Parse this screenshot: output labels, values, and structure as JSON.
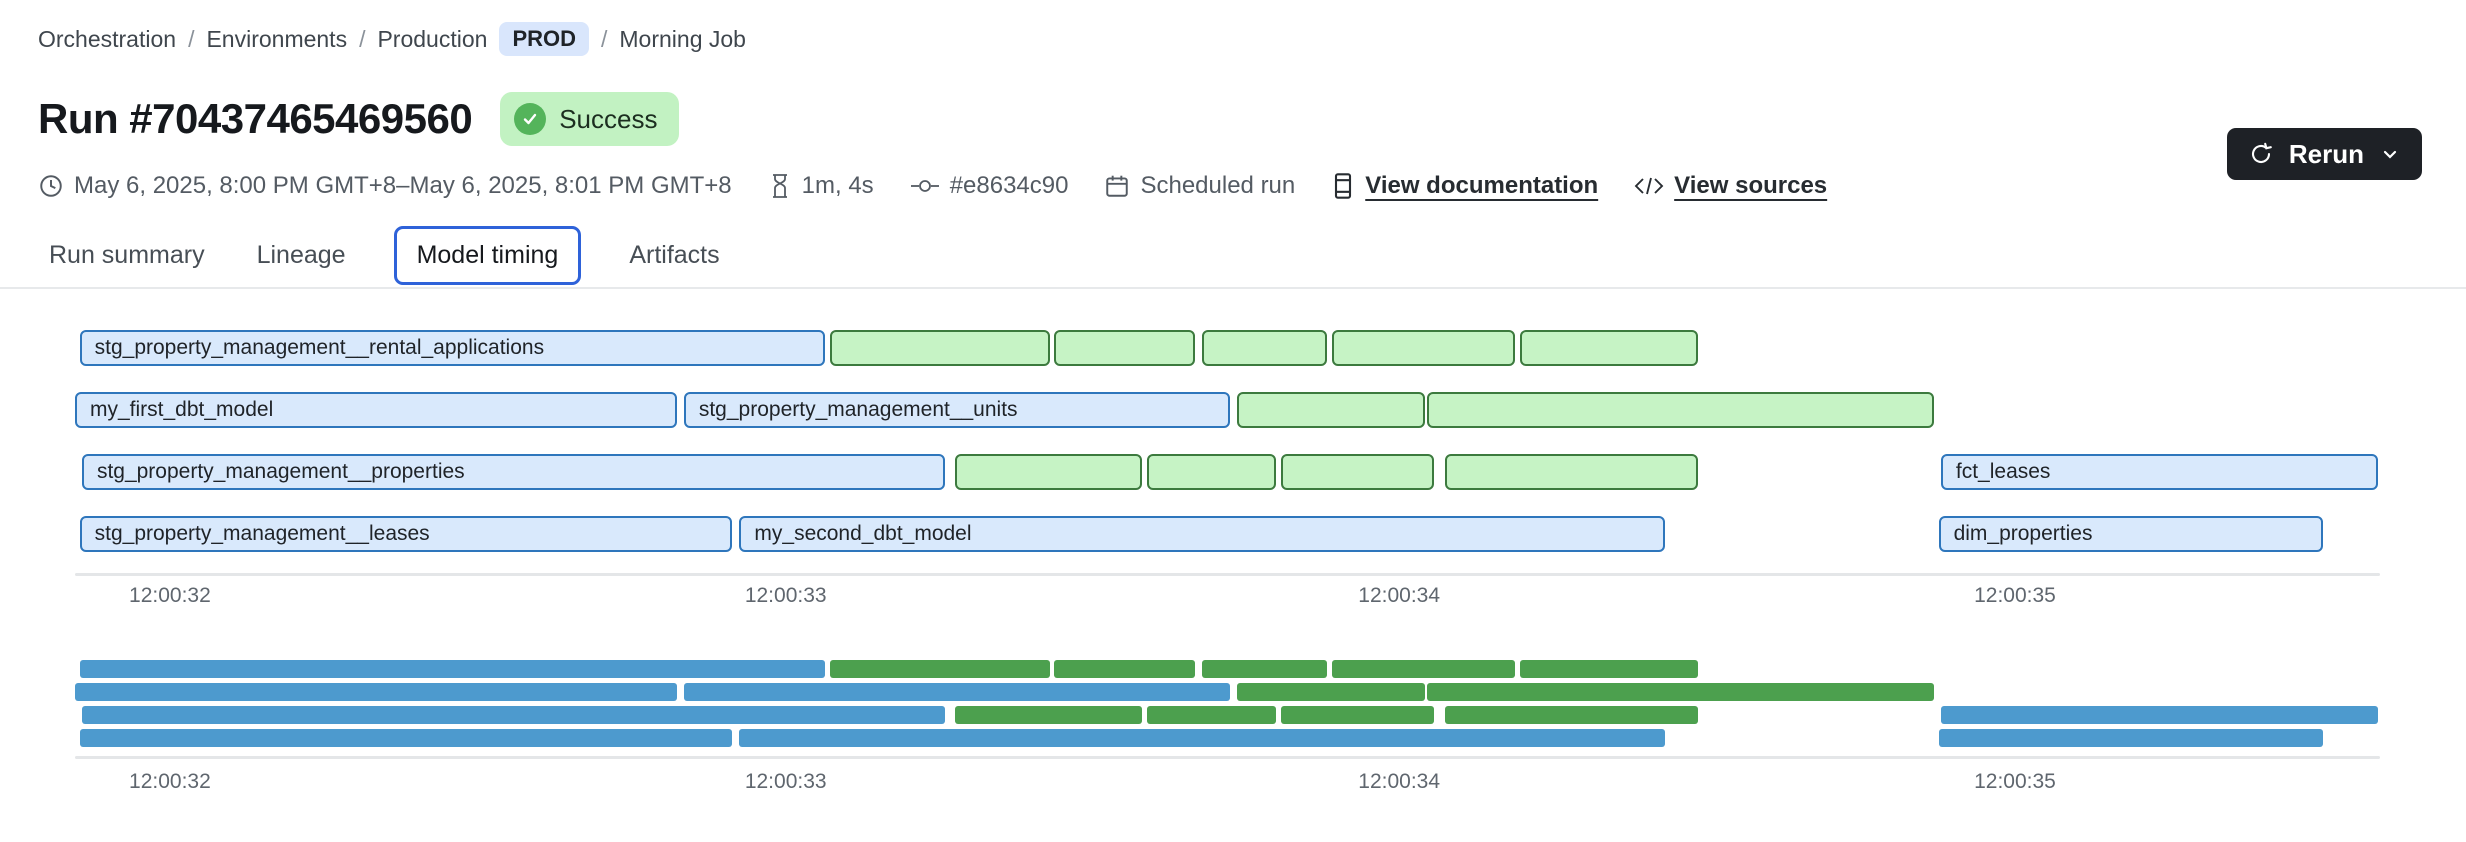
{
  "breadcrumb": {
    "items": [
      "Orchestration",
      "Environments",
      "Production"
    ],
    "env_badge": "PROD",
    "current": "Morning Job",
    "separator": "/"
  },
  "header": {
    "title": "Run #70437465469560",
    "status": "Success"
  },
  "meta": {
    "time_range": "May 6, 2025, 8:00 PM GMT+8–May 6, 2025, 8:01 PM GMT+8",
    "duration": "1m, 4s",
    "commit": "#e8634c90",
    "trigger": "Scheduled run",
    "doc_link": "View documentation",
    "sources_link": "View sources"
  },
  "rerun": {
    "label": "Rerun"
  },
  "tabs": [
    {
      "label": "Run summary",
      "active": false
    },
    {
      "label": "Lineage",
      "active": false
    },
    {
      "label": "Model timing",
      "active": true
    },
    {
      "label": "Artifacts",
      "active": false
    }
  ],
  "colors": {
    "model_fill": "#d9e9fc",
    "model_border": "#2e76bc",
    "task_fill": "#c6f3c5",
    "task_border": "#3c7a3e",
    "minimap_blue": "#4d9ace",
    "minimap_green": "#4ca04e",
    "success_bg": "#c2f2c2",
    "success_check": "#54b45b",
    "env_badge_bg": "#d9e6fc",
    "active_tab_border": "#2e62d9"
  },
  "chart_data": {
    "type": "gantt",
    "title": "Model timing",
    "x_tick_labels": [
      "12:00:32",
      "12:00:33",
      "12:00:34",
      "12:00:35"
    ],
    "x_tick_pct": [
      4.1,
      30.7,
      57.2,
      83.8
    ],
    "rows": [
      {
        "bars": [
          {
            "label": "stg_property_management__rental_applications",
            "color": "blue",
            "left_pct": 0.2,
            "width_pct": 32.2
          },
          {
            "label": "",
            "color": "green",
            "left_pct": 32.6,
            "width_pct": 9.5
          },
          {
            "label": "",
            "color": "green",
            "left_pct": 42.3,
            "width_pct": 6.1
          },
          {
            "label": "",
            "color": "green",
            "left_pct": 48.7,
            "width_pct": 5.4
          },
          {
            "label": "",
            "color": "green",
            "left_pct": 54.3,
            "width_pct": 7.9
          },
          {
            "label": "",
            "color": "green",
            "left_pct": 62.4,
            "width_pct": 7.7
          }
        ]
      },
      {
        "bars": [
          {
            "label": "my_first_dbt_model",
            "color": "blue",
            "left_pct": 0.0,
            "width_pct": 26.0
          },
          {
            "label": "stg_property_management__units",
            "color": "blue",
            "left_pct": 26.3,
            "width_pct": 23.6
          },
          {
            "label": "",
            "color": "green",
            "left_pct": 50.2,
            "width_pct": 8.1
          },
          {
            "label": "",
            "color": "green",
            "left_pct": 58.4,
            "width_pct": 21.9
          }
        ]
      },
      {
        "bars": [
          {
            "label": "stg_property_management__properties",
            "color": "blue",
            "left_pct": 0.3,
            "width_pct": 37.3
          },
          {
            "label": "",
            "color": "green",
            "left_pct": 38.0,
            "width_pct": 8.1
          },
          {
            "label": "",
            "color": "green",
            "left_pct": 46.3,
            "width_pct": 5.6
          },
          {
            "label": "",
            "color": "green",
            "left_pct": 52.1,
            "width_pct": 6.6
          },
          {
            "label": "",
            "color": "green",
            "left_pct": 59.2,
            "width_pct": 10.9
          },
          {
            "label": "fct_leases",
            "color": "blue",
            "left_pct": 80.6,
            "width_pct": 18.9
          }
        ]
      },
      {
        "bars": [
          {
            "label": "stg_property_management__leases",
            "color": "blue",
            "left_pct": 0.2,
            "width_pct": 28.2
          },
          {
            "label": "my_second_dbt_model",
            "color": "blue",
            "left_pct": 28.7,
            "width_pct": 40.0
          },
          {
            "label": "dim_properties",
            "color": "blue",
            "left_pct": 80.5,
            "width_pct": 16.6
          }
        ]
      }
    ]
  }
}
